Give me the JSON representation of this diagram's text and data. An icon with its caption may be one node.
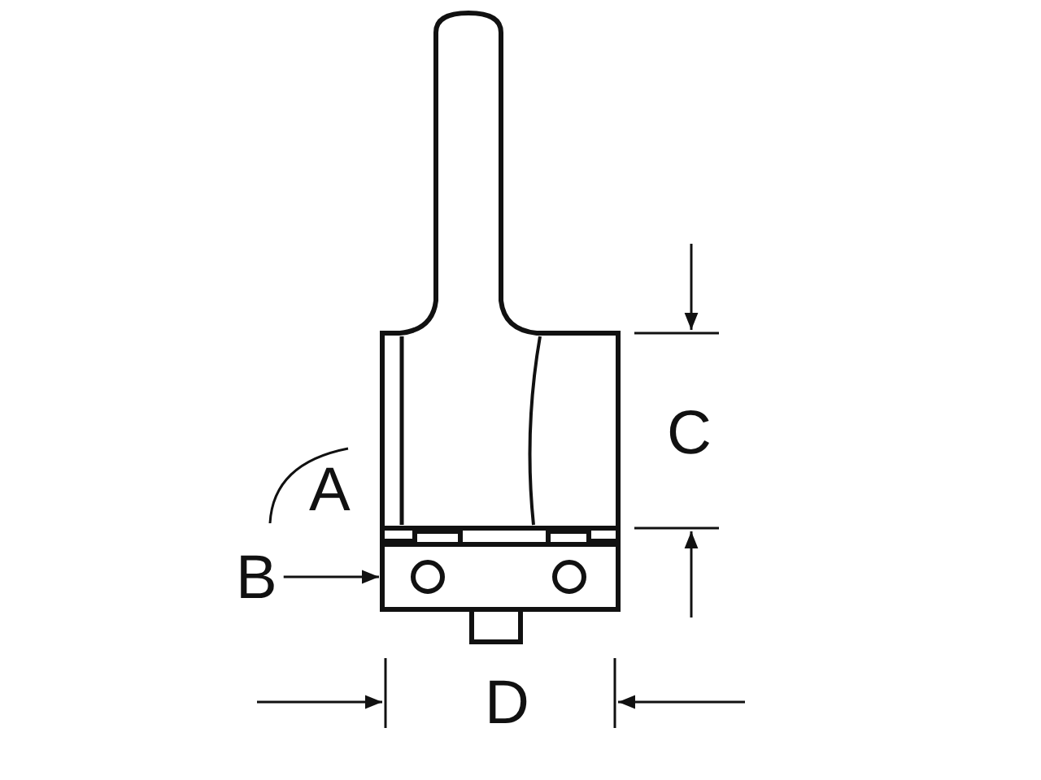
{
  "diagram": {
    "nodes": [
      {
        "text": [
          "B"
        ]
      },
      {
        "text": [],
        "shape": "box"
      }
    ],
    "edges": [
      {
        "from": 0,
        "to": 1,
        "arrow": "to"
      }
    ],
    "labels": [
      "C",
      "A",
      "D"
    ]
  }
}
